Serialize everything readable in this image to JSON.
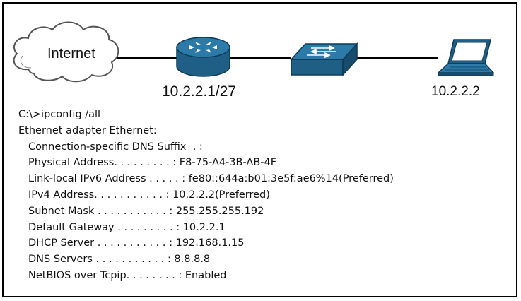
{
  "diagram": {
    "internet_label": "Internet",
    "router_label": "10.2.2.1/27",
    "laptop_label": "10.2.2.2"
  },
  "console": {
    "command": "C:\\>ipconfig /all",
    "adapter": "Ethernet adapter Ethernet:",
    "entries": [
      "Connection-specific DNS Suffix  . :",
      "Physical Address. . . . . . . . . : F8-75-A4-3B-AB-4F",
      "Link-local IPv6 Address . . . . . : fe80::644a:b01:3e5f:ae6%14(Preferred)",
      "IPv4 Address. . . . . . . . . . . : 10.2.2.2(Preferred)",
      "Subnet Mask . . . . . . . . . . . : 255.255.255.192",
      "Default Gateway . . . . . . . . . : 10.2.2.1",
      "DHCP Server . . . . . . . . . . . : 192.168.1.15",
      "DNS Servers . . . . . . . . . . . : 8.8.8.8",
      "NetBIOS over Tcpip. . . . . . . . : Enabled"
    ]
  },
  "colors": {
    "device_fill": "#1f5f86",
    "device_top": "#2c7aa8",
    "device_stroke": "#0d3a57",
    "line": "#000000"
  },
  "icons": {
    "cloud": "cloud-icon",
    "router": "router-icon",
    "switch": "switch-icon",
    "laptop": "laptop-icon"
  }
}
